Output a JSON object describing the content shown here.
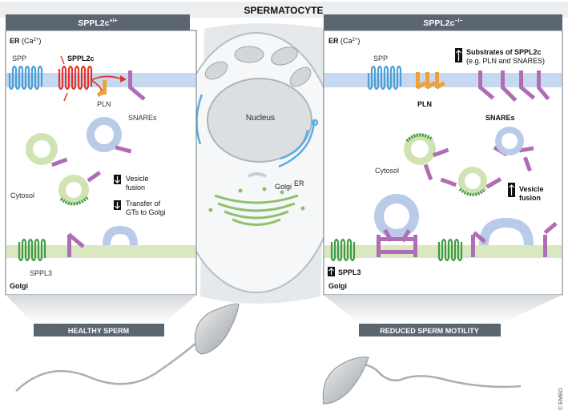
{
  "title": "SPERMATOCYTE",
  "left": {
    "header_base": "SPPL2c",
    "header_sup": "+/+",
    "er_label": "ER",
    "er_ca": "(Ca",
    "er_ca_sup": "2+",
    "er_ca_close": ")",
    "spp": "SPP",
    "sppl2c": "SPPL2c",
    "pln": "PLN",
    "snares": "SNAREs",
    "cytosol": "Cytosol",
    "vesicle_line1": "Vesicle",
    "vesicle_line2": "fusion",
    "transfer_line1": "Transfer of",
    "transfer_line2": "GTs to Golgi",
    "sppl3": "SPPL3",
    "golgi": "Golgi",
    "bottom_label": "HEALTHY SPERM"
  },
  "center": {
    "nucleus": "Nucleus",
    "er": "ER",
    "golgi": "Golgi"
  },
  "right": {
    "header_base": "SPPL2c",
    "header_sup": "−/−",
    "er_label": "ER",
    "er_ca": "(Ca",
    "er_ca_sup": "2+",
    "er_ca_close": ")",
    "spp": "SPP",
    "substrates_line1": "Substrates of SPPL2c",
    "substrates_line2": "(e.g. PLN and SNARES)",
    "pln": "PLN",
    "snares": "SNAREs",
    "cytosol": "Cytosol",
    "vesicle_line1": "Vesicle",
    "vesicle_line2": "fusion",
    "sppl3": "SPPL3",
    "golgi": "Golgi",
    "bottom_label": "REDUCED SPERM MOTILITY"
  },
  "credit": "© EMBO",
  "colors": {
    "header_bg": "#5c6670",
    "er_membrane": "#c6d9f0",
    "golgi_membrane": "#d9e8c1",
    "spp_blue": "#4a9fd8",
    "sppl2c_red": "#e5352b",
    "pln_orange": "#f0a13a",
    "snare_purple": "#b16cb6",
    "sppl3_green": "#3f9b45",
    "vesicle_blue": "#b9cbe8",
    "vesicle_green": "#cfe3b3"
  }
}
